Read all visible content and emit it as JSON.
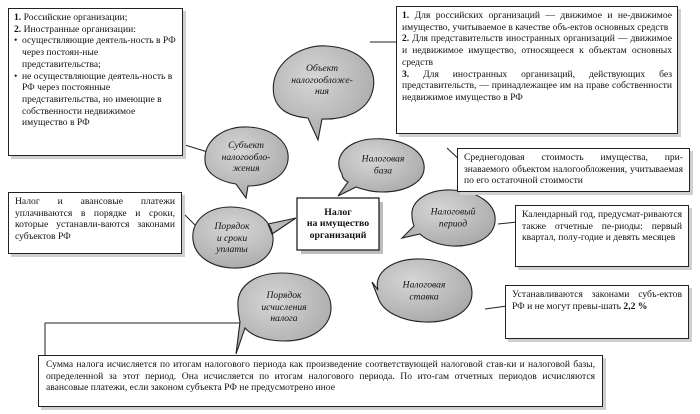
{
  "center": {
    "line1": "Налог",
    "line2": "на имущество",
    "line3": "организаций"
  },
  "bubbles": {
    "object": {
      "l1": "Объект",
      "l2": "налогообложе-",
      "l3": "ния"
    },
    "subject": {
      "l1": "Субъект",
      "l2": "налогообло-",
      "l3": "жения"
    },
    "base": {
      "l1": "Налоговая",
      "l2": "база"
    },
    "period": {
      "l1": "Налоговый",
      "l2": "период"
    },
    "rate": {
      "l1": "Налоговая",
      "l2": "ставка"
    },
    "order": {
      "l1": "Порядок",
      "l2": "и сроки",
      "l3": "уплаты"
    },
    "calc": {
      "l1": "Порядок",
      "l2": "исчисления",
      "l3": "налога"
    }
  },
  "subjects_box": {
    "item1_num": "1.",
    "item1": "Российские организации;",
    "item2_num": "2.",
    "item2": "Иностранные организации:",
    "bullet1": "осуществляющие деятель-ность в РФ через постоян-ные представительства;",
    "bullet2": "не осуществляющие деятель-ность в РФ через постоянные представительства, но имеющие в собственности недвижимое имущество в РФ"
  },
  "object_box": {
    "p1_num": "1.",
    "p1": "Для российских организаций — движимое и не-движимое имущество, учитываемое в качестве объ-ектов основных средств",
    "p2_num": "2.",
    "p2": "Для представительств иностранных организаций — движимое и недвижимое имущество, относящееся к объектам основных средств",
    "p3_num": "3.",
    "p3": "Для иностранных организаций, действующих без представительств, — принадлежащее им на праве собственности недвижимое имущество в РФ"
  },
  "base_box": {
    "text": "Среднегодовая стоимость имущества, при-знаваемого объектом налогообложения, учитываемая по его остаточной стоимости"
  },
  "payment_box": {
    "text": "Налог и авансовые платежи уплачиваются в порядке и сроки, которые устанавли-ваются законами субъектов РФ"
  },
  "period_box": {
    "text": "Календарный год, предусмат-риваются также отчетные пе-риоды: первый квартал, полу-годие и девять месяцев"
  },
  "rate_box": {
    "text": "Устанавливаются законами субъ-ектов РФ и не могут превы-шать",
    "rate": "2,2 %"
  },
  "calc_box": {
    "text": "Сумма налога исчисляется по итогам налогового периода как произведение соответствующей налоговой став-ки и налоговой базы, определенной за этот период. Она исчисляется по итогам налогового периода. По ито-гам отчетных периодов исчисляются авансовые платежи, если законом субъекта РФ не предусмотрено иное"
  }
}
